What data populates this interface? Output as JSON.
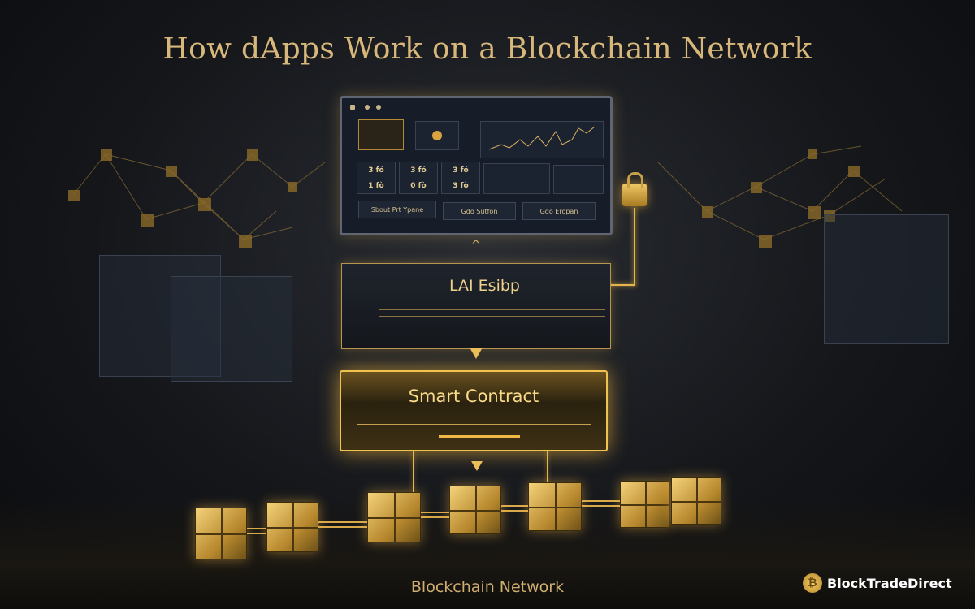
{
  "title": "How dApps Work on a Blockchain Network",
  "dashboard": {
    "tiles": [
      {
        "a": "3 fó",
        "b": "1 fò"
      },
      {
        "a": "3 fó",
        "b": "0 fò"
      },
      {
        "a": "3 fó",
        "b": "3 fò"
      }
    ],
    "buttons": [
      "Sbout Prt Ypane",
      "Gdo Sutfon",
      "Gdo Eropan"
    ]
  },
  "api_layer": {
    "label": "LAI Esibp",
    "icon": "padlock-icon"
  },
  "smart_contract": {
    "label": "Smart Contract"
  },
  "footer": "Blockchain Network",
  "brand": {
    "name": "BlockTradeDirect",
    "icon": "bitcoin-coin-icon"
  },
  "colors": {
    "accent": "#e6b54c",
    "background": "#15171b"
  }
}
